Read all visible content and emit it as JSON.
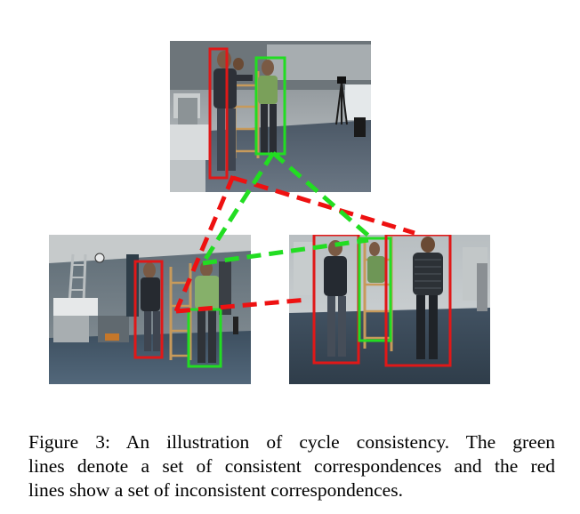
{
  "caption": {
    "line1": "Figure 3:  An illustration of cycle consistency.  The green",
    "line2": "lines denote a set of consistent correspondences and the red",
    "line3": "lines show a set of inconsistent correspondences."
  },
  "colors": {
    "consistent": "#22dd22",
    "inconsistent": "#ee1111",
    "box_red": "#e01818",
    "box_green": "#22dd22",
    "floor": "#5a6470",
    "wall": "#9aa2a6"
  },
  "photos": [
    {
      "name": "top-photo",
      "scene": "lab-room-view-1"
    },
    {
      "name": "bottom-left-photo",
      "scene": "lab-room-view-2"
    },
    {
      "name": "bottom-right-photo",
      "scene": "lab-room-view-3"
    }
  ]
}
